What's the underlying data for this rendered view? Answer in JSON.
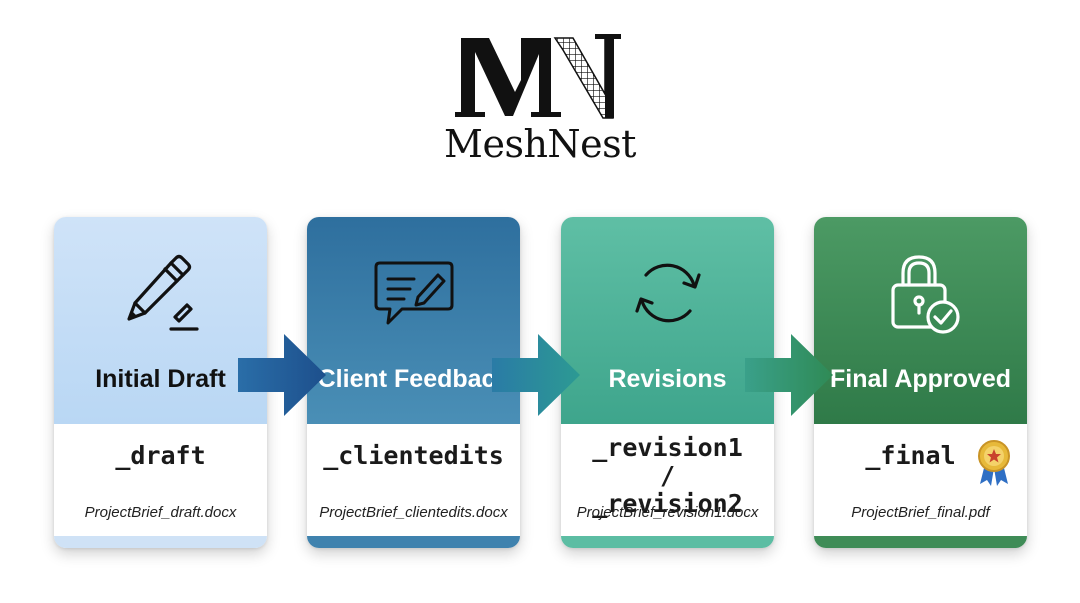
{
  "brand": {
    "monogram": "MN",
    "name": "MeshNest"
  },
  "stages": [
    {
      "title": "Initial Draft",
      "suffix": "_draft",
      "filename": "ProjectBrief_draft.docx",
      "icon": "pencil-icon",
      "color": "#cfe3f8"
    },
    {
      "title": "Client Feedback",
      "suffix": "_clientedits",
      "filename": "ProjectBrief_clientedits.docx",
      "icon": "chat-bubble-icon",
      "color": "#2e6f9e"
    },
    {
      "title": "Revisions",
      "suffix": "_revision1 / _revision2",
      "filename": "ProjectBrief_revision1.docx",
      "icon": "refresh-icon",
      "color": "#4fb39a"
    },
    {
      "title": "Final Approved",
      "suffix": "_final",
      "filename": "ProjectBrief_final.pdf",
      "icon": "padlock-check-icon",
      "badge_icon": "award-ribbon-icon",
      "color": "#3b8a55"
    }
  ]
}
